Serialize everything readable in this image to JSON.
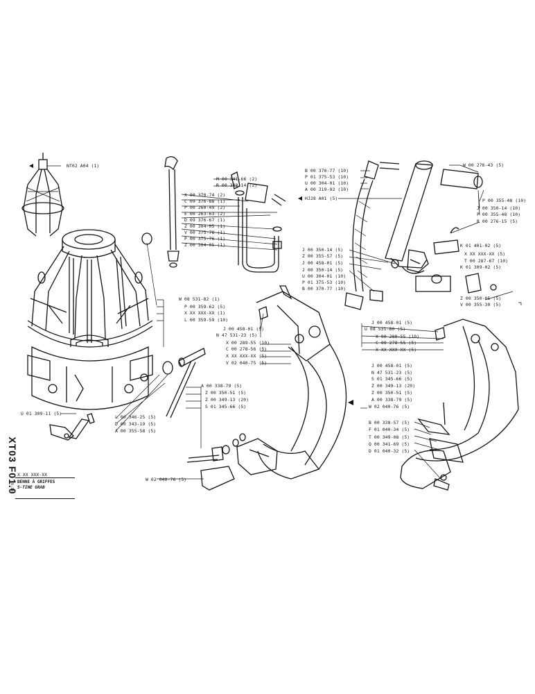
{
  "sheet": {
    "side_code": "XT03 F01.0",
    "ref_line": "X XX XXX-XX",
    "title_fr": "BENNE À GRIFFES",
    "title_en": "5-TINE GRAB",
    "page": "6.39"
  },
  "labels": [
    "NT02 A04 (1)",
    "M 00 341-66 (2)",
    "R 00 348-14 (2)",
    "X 00 370-74 (2)",
    "C 09 376-88 (1)",
    "P 00 260-49 (2)",
    "E 00 263-63 (2)",
    "D 09 376-67 (1)",
    "Z 00 304-05 (1)",
    "V 00 375-78 (1)",
    "P 00 375-76 (1)",
    "Z 00 304-05 (1)",
    "B 00 370-77 (10)",
    "P 01 375-53 (10)",
    "U 00 304-01 (10)",
    "A 00 319-93 (10)",
    "HJ28 A01 (5)",
    "W 00 276-43 (5)",
    "P 00 355-48 (10)",
    "J 00 350-14 (10)",
    "P 00 355-48 (10)",
    "R 00 276-15 (5)",
    "K 01 401-02 (5)",
    "X XX XXX-XX (5)",
    "T 00 287-67 (10)",
    "K 01 309-02 (5)",
    "J 00 350-14 (5)",
    "Z 00 355-57 (5)",
    "J 00 458-01 (5)",
    "J 00 350-14 (5)",
    "U 00 304-01 (10)",
    "P 01 375-53 (10)",
    "B 00 370-77 (10)",
    "Z 00 350-05 (5)",
    "V 00 355-30 (5)",
    "W 08 531-82 (1)",
    "P 00 359-62 (5)",
    "X XX XXX-XX (1)",
    "L 00 359-59 (10)",
    "J 00 458-01 (5)",
    "N 47 531-23 (5)",
    "X 00 289-55 (10)",
    "C 00 278-56 (5)",
    "X XX XXX-XX (5)",
    "V 02 040-75 (5)",
    "J 00 458-01 (5)",
    "U 08 531-80 (5)",
    "X 00 289-55 (10)",
    "C 00 278-55 (5)",
    "X XX XXX-XX (5)",
    "J 00 458-01 (5)",
    "N 47 531-23 (5)",
    "S 01 345-66 (5)",
    "Z 00 349-13 (20)",
    "Z 00 350-51 (5)",
    "A 00 338-79 (5)",
    "W 02 040-76 (5)",
    "A 00 338-79 (5)",
    "Z 00 350-51 (5)",
    "Z 00 349-13 (20)",
    "S 01 345-66 (5)",
    "U 01 309-11 (5)",
    "L 00 346-25 (5)",
    "D 00 343-19 (5)",
    "A 00 355-58 (5)",
    "B 00 338-57 (5)",
    "F 01 040-34 (5)",
    "T 00 349-08 (5)",
    "Q 00 341-69 (5)",
    "D 01 040-32 (5)",
    "W 02 040-76 (5)"
  ]
}
